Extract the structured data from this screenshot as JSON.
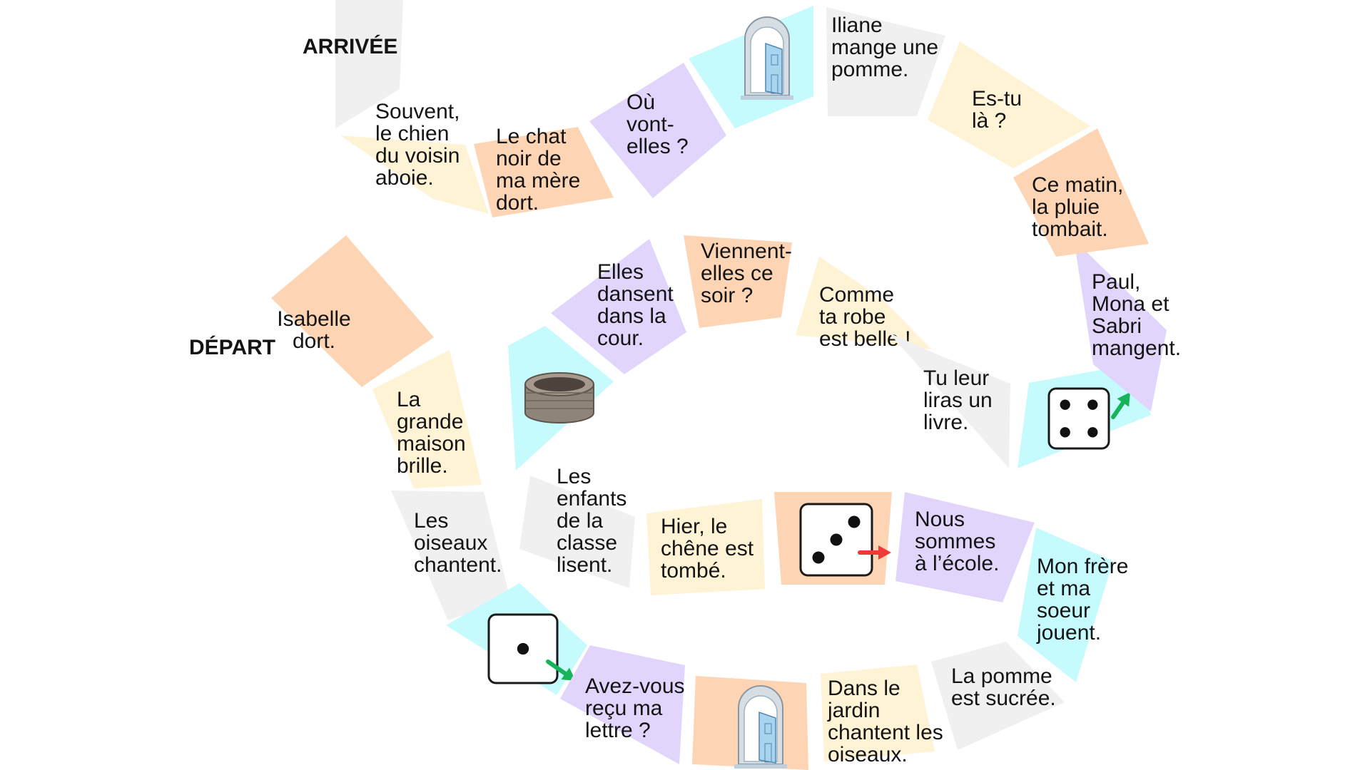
{
  "colors": {
    "orange": "#fdd5b4",
    "yellow": "#fff3d6",
    "purple": "#e2d5fb",
    "gray": "#f0f0f0",
    "cyan": "#c5fbfd",
    "text": "#141414",
    "arrow_green": "#17b35a",
    "arrow_red": "#f03a3a",
    "door": "#a8d4ee",
    "door_frame": "#d6dde3",
    "well": "#8f8479"
  },
  "labels": {
    "start": "DÉPART",
    "finish": "ARRIVÉE"
  },
  "tiles": [
    {
      "id": "t1",
      "color": "orange",
      "text": [
        "Isabelle",
        "dort."
      ]
    },
    {
      "id": "t2",
      "color": "yellow",
      "text": [
        "La",
        "grande",
        "maison",
        "brille."
      ]
    },
    {
      "id": "t3",
      "color": "gray",
      "text": [
        "Les",
        "oiseaux",
        "chantent."
      ]
    },
    {
      "id": "t4",
      "color": "cyan",
      "icon": "die-one-icon",
      "arrow": "green"
    },
    {
      "id": "t5",
      "color": "purple",
      "text": [
        "Avez-vous",
        "reçu ma",
        "lettre ?"
      ]
    },
    {
      "id": "t6",
      "color": "orange",
      "icon": "door-icon"
    },
    {
      "id": "t7",
      "color": "yellow",
      "text": [
        "Dans le",
        "jardin",
        "chantent les",
        "oiseaux."
      ]
    },
    {
      "id": "t8",
      "color": "gray",
      "text": [
        "La pomme",
        "est sucrée."
      ]
    },
    {
      "id": "t9",
      "color": "cyan",
      "text": [
        "Mon frère",
        "et ma",
        "soeur",
        "jouent."
      ]
    },
    {
      "id": "t10",
      "color": "purple",
      "text": [
        "Nous",
        "sommes",
        "à l’école."
      ]
    },
    {
      "id": "t11",
      "color": "orange",
      "icon": "die-three-icon",
      "arrow": "red"
    },
    {
      "id": "t12",
      "color": "yellow",
      "text": [
        "Hier, le",
        "chêne est",
        "tombé."
      ]
    },
    {
      "id": "t13",
      "color": "gray",
      "text": [
        "Les",
        "enfants",
        "de la",
        "classe",
        "lisent."
      ]
    },
    {
      "id": "t14",
      "color": "cyan",
      "icon": "well-icon"
    },
    {
      "id": "t15",
      "color": "purple",
      "text": [
        "Elles",
        "dansent",
        "dans la",
        "cour."
      ]
    },
    {
      "id": "t16",
      "color": "orange",
      "text": [
        "Viennent-",
        "elles ce",
        "soir ?"
      ]
    },
    {
      "id": "t17",
      "color": "yellow",
      "text": [
        "Comme",
        "ta robe",
        "est belle !"
      ]
    },
    {
      "id": "t18",
      "color": "gray",
      "text": [
        "Tu leur",
        "liras un",
        "livre."
      ]
    },
    {
      "id": "t19",
      "color": "cyan",
      "icon": "die-four-icon",
      "arrow": "green"
    },
    {
      "id": "t20",
      "color": "purple",
      "text": [
        "Paul,",
        "Mona et",
        "Sabri",
        "mangent."
      ]
    },
    {
      "id": "t21",
      "color": "orange",
      "text": [
        "Ce matin,",
        "la pluie",
        "tombait."
      ]
    },
    {
      "id": "t22",
      "color": "yellow",
      "text": [
        "Es-tu",
        "là ?"
      ]
    },
    {
      "id": "t23",
      "color": "gray",
      "text": [
        "Iliane",
        "mange une",
        "pomme."
      ]
    },
    {
      "id": "t24",
      "color": "cyan",
      "icon": "door-icon"
    },
    {
      "id": "t25",
      "color": "purple",
      "text": [
        "Où",
        "vont-",
        "elles ?"
      ]
    },
    {
      "id": "t26",
      "color": "orange",
      "text": [
        "Le chat",
        "noir de",
        "ma mère",
        "dort."
      ]
    },
    {
      "id": "t27",
      "color": "yellow",
      "text": [
        "Souvent,",
        "le chien",
        "du voisin",
        "aboie."
      ]
    },
    {
      "id": "t28",
      "color": "gray"
    }
  ]
}
